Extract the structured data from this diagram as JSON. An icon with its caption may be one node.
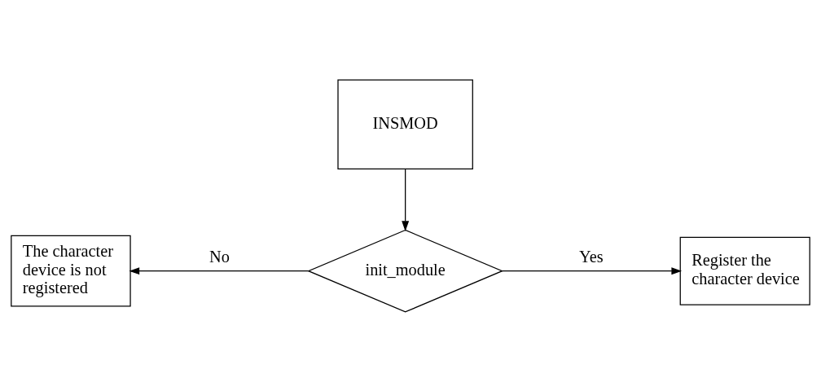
{
  "diagram": {
    "nodes": [
      {
        "text": [
          "INSMOD"
        ]
      },
      {
        "text": [
          "init_module"
        ]
      },
      {
        "text": [
          "The character device is not registered"
        ]
      },
      {
        "text": [
          "Register the character device"
        ]
      }
    ],
    "edges": [
      {
        "from": 0,
        "to": 1,
        "arrow": "to"
      },
      {
        "from": 1,
        "to": 2,
        "arrow": "to",
        "label": "No"
      },
      {
        "from": 1,
        "to": 3,
        "arrow": "to",
        "label": "Yes"
      }
    ]
  }
}
